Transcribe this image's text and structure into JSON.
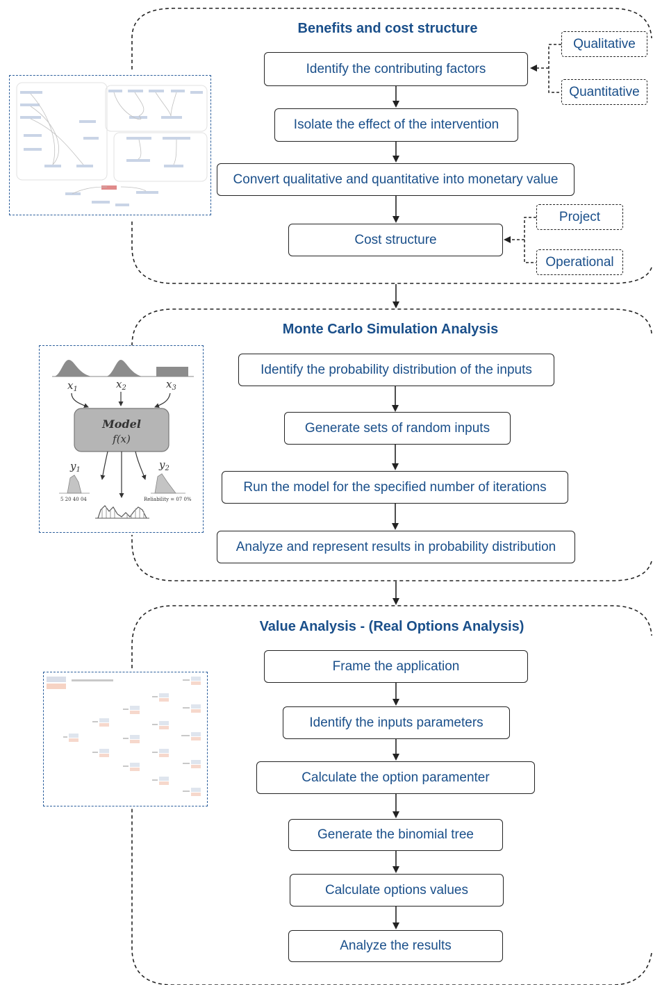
{
  "sections": [
    {
      "title": "Benefits and cost structure",
      "steps": [
        "Identify the contributing factors",
        "Isolate the effect of the intervention",
        "Convert qualitative and quantitative into monetary value",
        "Cost structure"
      ],
      "factor_tags": [
        "Qualitative",
        "Quantitative"
      ],
      "cost_tags": [
        "Project",
        "Operational"
      ]
    },
    {
      "title": "Monte Carlo Simulation Analysis",
      "steps": [
        "Identify the probability distribution of the inputs",
        "Generate sets of random inputs",
        "Run the model for the specified number of iterations",
        "Analyze and represent results in probability distribution"
      ],
      "model_figure": {
        "inputs": [
          "x",
          "x",
          "x"
        ],
        "input_subscripts": [
          "1",
          "2",
          "3"
        ],
        "model_label": "Model",
        "model_func": "f(x)",
        "outputs": [
          "y",
          "y"
        ],
        "output_subscripts": [
          "1",
          "2"
        ],
        "left_axis_label": "5 20 40 04",
        "reliability_label": "Reliability = 07 0%"
      }
    },
    {
      "title": "Value Analysis - (Real Options Analysis)",
      "steps": [
        "Frame the application",
        "Identify the inputs parameters",
        "Calculate the option paramenter",
        "Generate the binomial tree",
        "Calculate options values",
        "Analyze the results"
      ]
    }
  ],
  "colors": {
    "text": "#1a4f8a",
    "thumb_border": "#2a5d9b",
    "line": "#222222"
  }
}
